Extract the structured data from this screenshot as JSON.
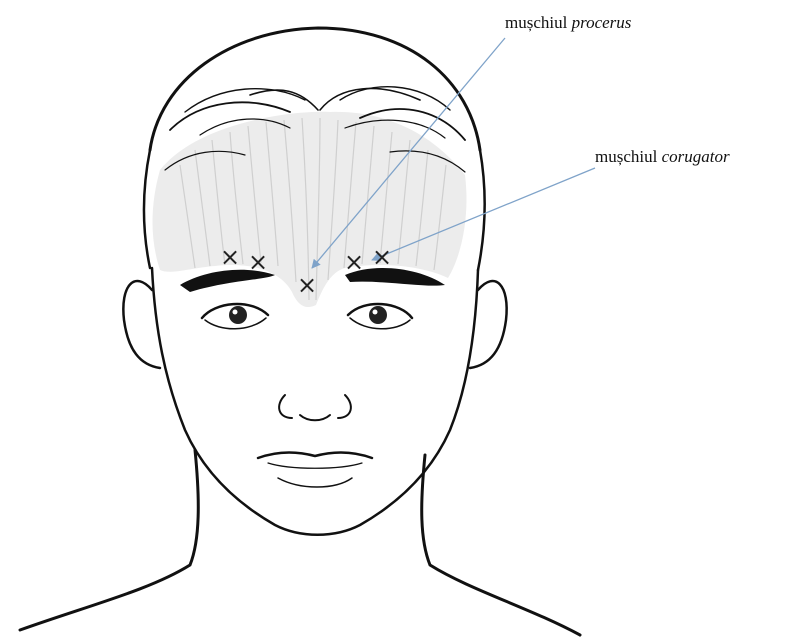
{
  "labels": {
    "procerus": {
      "prefix": "mușchiul ",
      "name": "procerus"
    },
    "corugator": {
      "prefix": "mușchiul ",
      "name": "corugator"
    }
  },
  "markers": {
    "count": 5,
    "glyph": "×"
  },
  "colors": {
    "line_art": "#111111",
    "muscle_fibers": "#cfcfcf",
    "muscle_fill": "#e9e9e9",
    "arrow": "#7fa3c9",
    "marker": "#222222"
  }
}
